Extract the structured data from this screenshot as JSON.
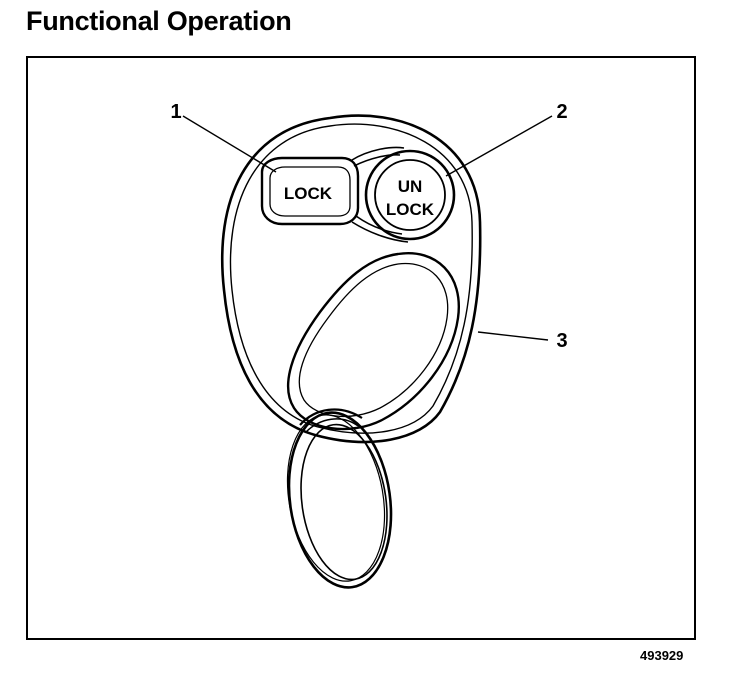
{
  "title": "Functional Operation",
  "buttons": {
    "lock": "LOCK",
    "unlock_line1": "UN",
    "unlock_line2": "LOCK"
  },
  "callouts": [
    "1",
    "2",
    "3"
  ],
  "figure_id": "493929"
}
